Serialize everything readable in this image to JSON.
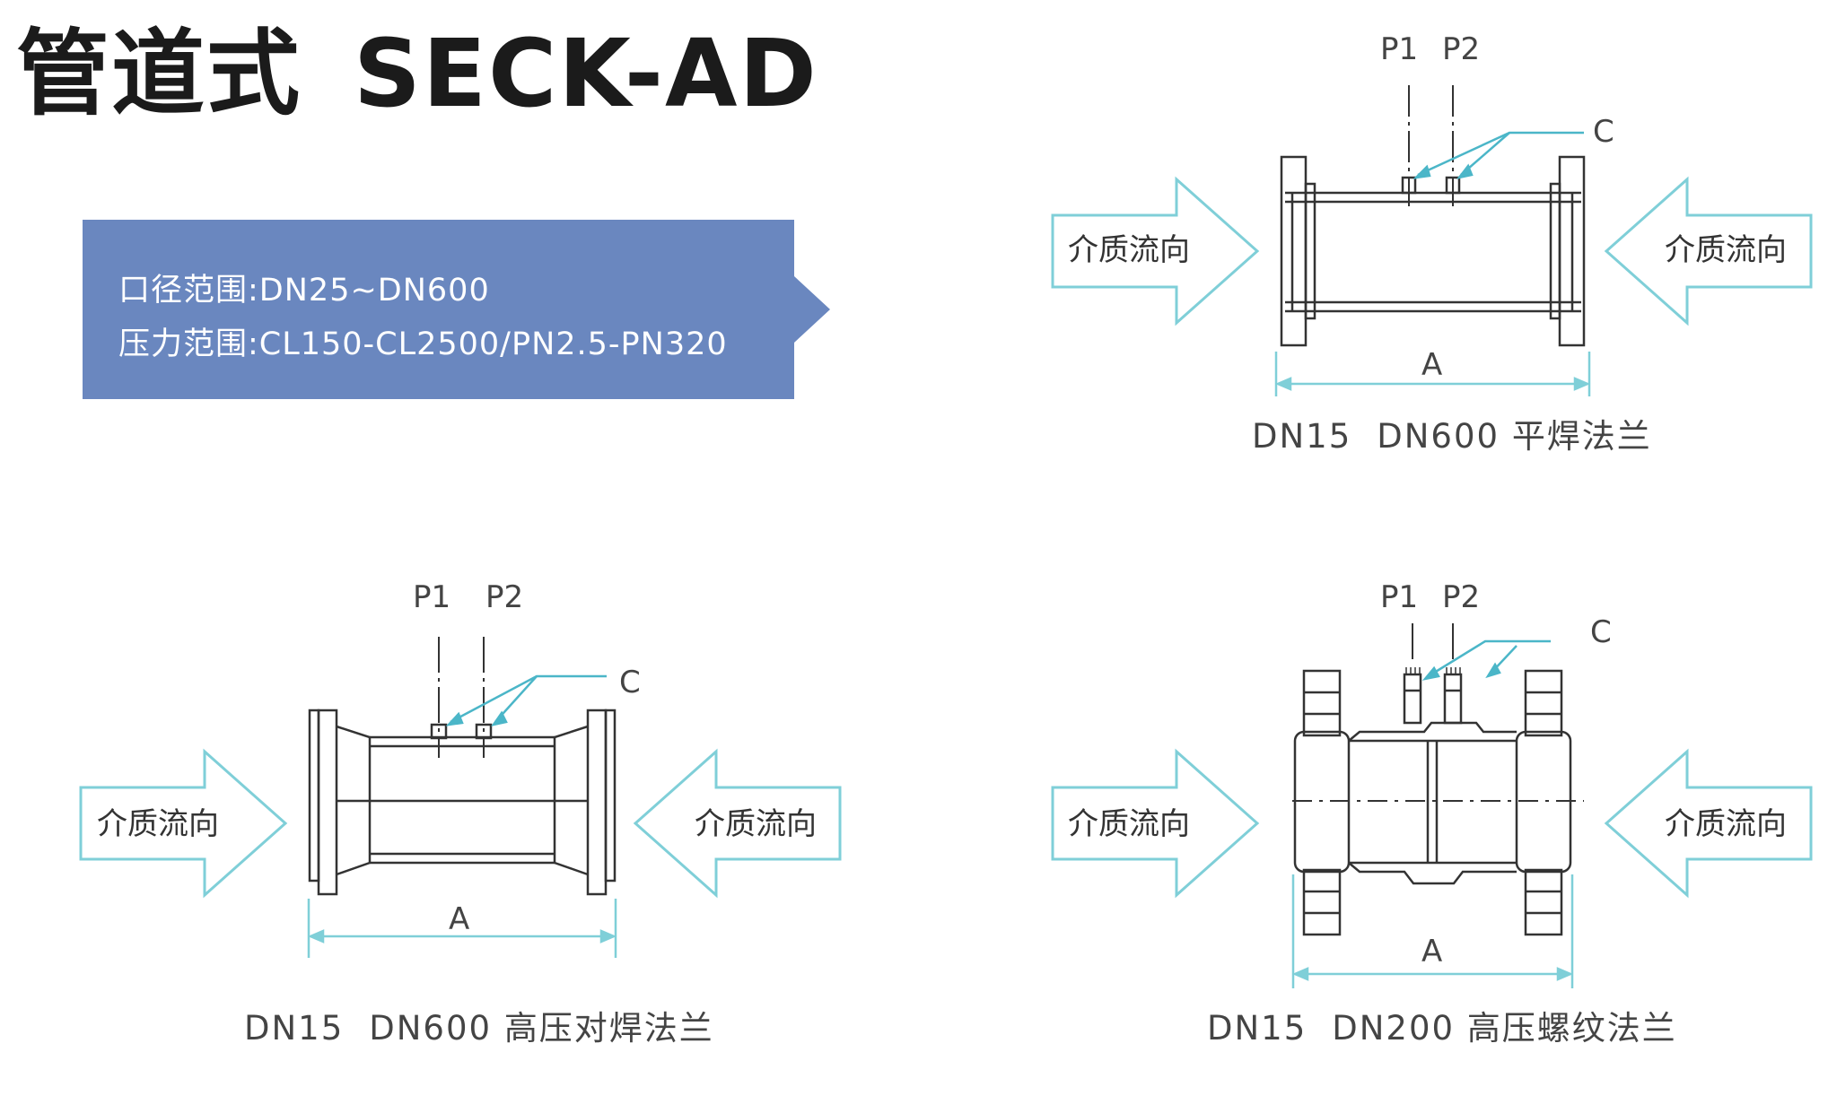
{
  "title": {
    "chinese": "管道式",
    "model": "SECK-AD"
  },
  "specs": {
    "caliber": "口径范围:DN25~DN600",
    "pressure": "压力范围:CL150-CL2500/PN2.5-PN320"
  },
  "flow_label": "介质流向",
  "labels": {
    "p1": "P1",
    "p2": "P2",
    "c": "C",
    "a": "A"
  },
  "diagrams": [
    {
      "caption_min": "DN15",
      "caption_max": "DN600",
      "caption_type": "平焊法兰"
    },
    {
      "caption_min": "DN15",
      "caption_max": "DN600",
      "caption_type": "高压对焊法兰"
    },
    {
      "caption_min": "DN15",
      "caption_max": "DN200",
      "caption_type": "高压螺纹法兰"
    }
  ],
  "colors": {
    "spec_box": "#6a87bf",
    "arrow_stroke": "#7fcfd8",
    "leader": "#4bb6c8",
    "drawing": "#333333"
  }
}
